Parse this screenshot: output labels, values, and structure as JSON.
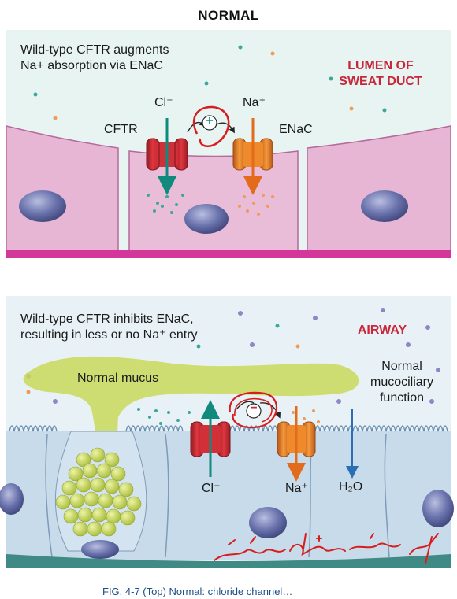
{
  "title": "NORMAL",
  "top_panel": {
    "description": "Wild-type CFTR augments\nNa+ absorption via ENaC",
    "region_label": "LUMEN OF\nSWEAT DUCT",
    "channel_left": "CFTR",
    "channel_right": "ENaC",
    "ion_left": "Cl⁻",
    "ion_right": "Na⁺",
    "effect_symbol": "+"
  },
  "bottom_panel": {
    "description": "Wild-type CFTR inhibits ENaC,\nresulting in less or no Na⁺ entry",
    "region_label": "AIRWAY",
    "mucus_label": "Normal mucus",
    "mucociliary_label": "Normal\nmucociliary\nfunction",
    "ion_left": "Cl⁻",
    "ion_right": "Na⁺",
    "water": "H₂O",
    "effect_symbol": "−"
  },
  "caption": "FIG. 4-7 (Top) Normal: chloride channel…",
  "colors": {
    "top_bg": "#e8f4f1",
    "bottom_bg": "#e8f2f6",
    "top_cell": "#e6b6d4",
    "bottom_cell": "#c7dbeb",
    "cftr": "#d8323a",
    "enac": "#ef8a2c",
    "mucus": "#c9d95a",
    "accent_red": "#c8273b",
    "annotation": "#d81d1d"
  }
}
